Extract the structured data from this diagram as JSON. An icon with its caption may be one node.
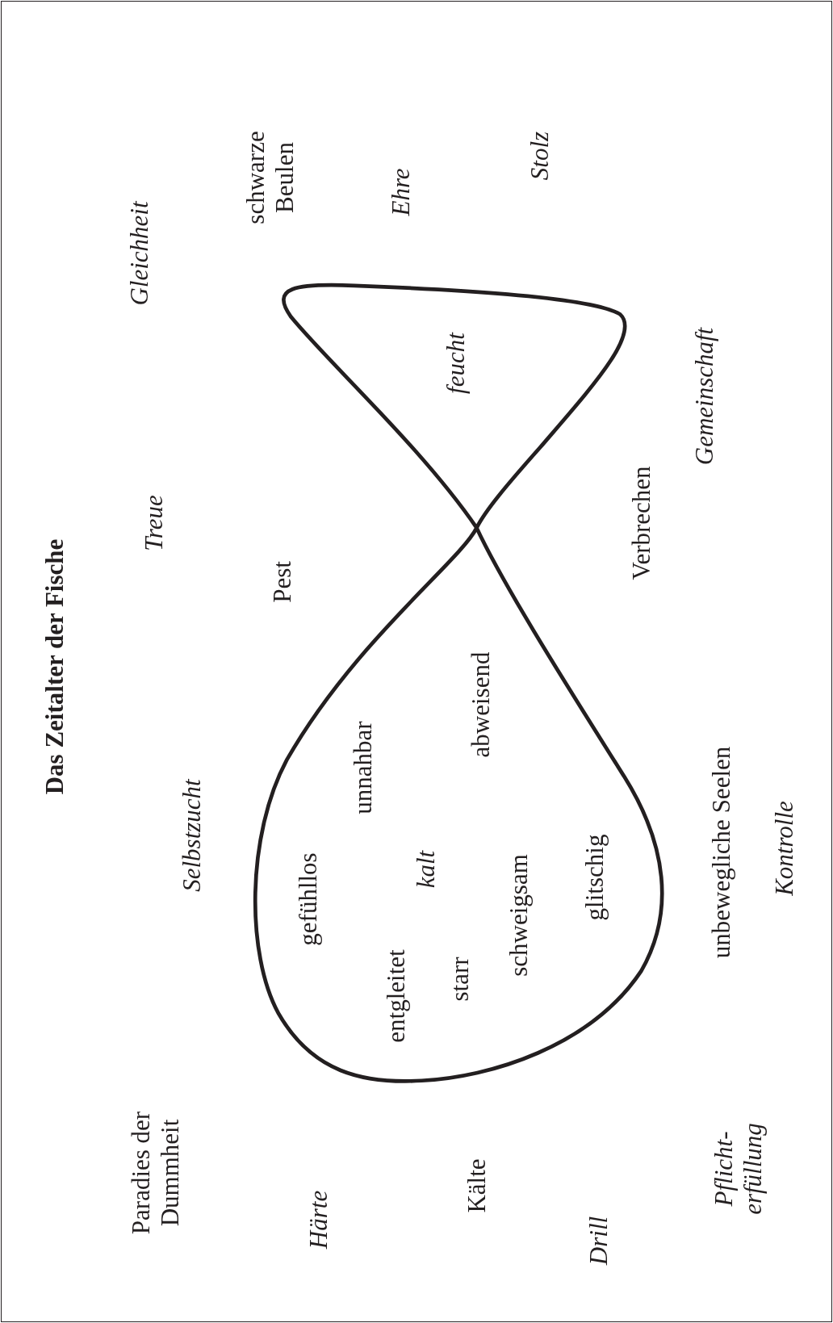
{
  "diagram": {
    "title": "Das Zeitalter der Fische",
    "nodes": [
      {
        "text": [
          "gefühllos",
          "unnahbar",
          "abweisend",
          "kalt",
          "entgleitet",
          "starr",
          "schweigsam",
          "glitschig",
          "feucht"
        ]
      }
    ],
    "labels": [
      "Paradies der Dummheit",
      "Selbstzucht",
      "Treue",
      "Gleichheit",
      "Pest",
      "schwarze Beulen",
      "Härte",
      "Ehre",
      "Kälte",
      "Stolz",
      "Drill",
      "Verbrechen",
      "Gemeinschaft",
      "unbewegliche Seelen",
      "Pflicht- erfüllung",
      "Kontrolle"
    ]
  }
}
